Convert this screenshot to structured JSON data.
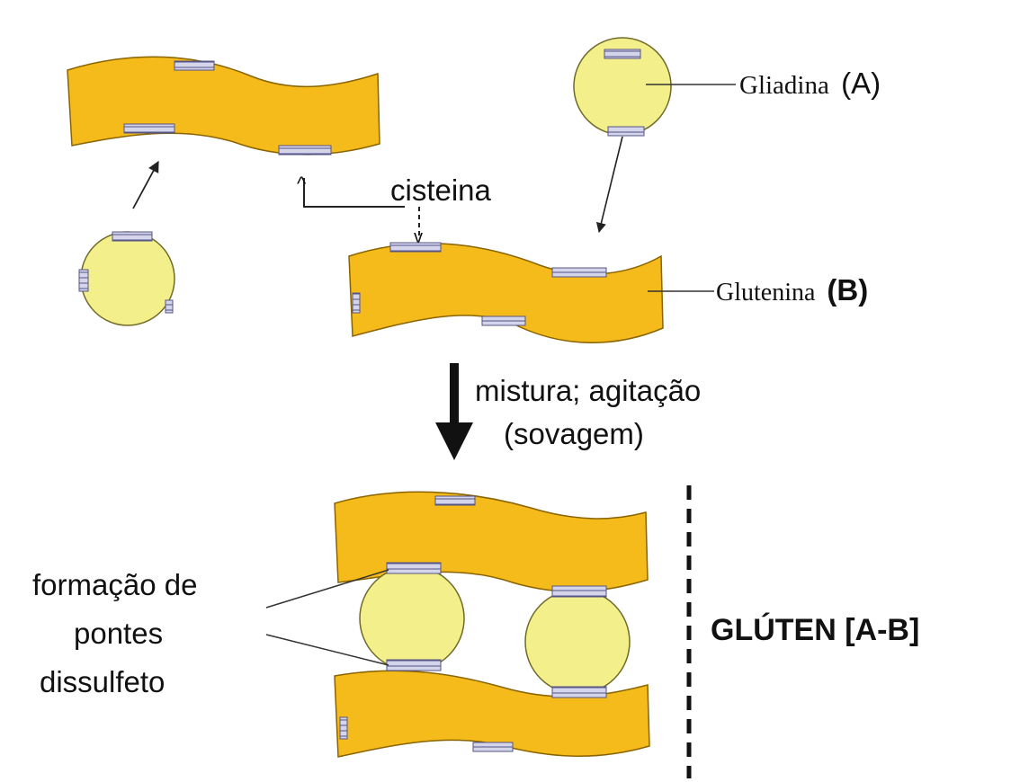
{
  "labels": {
    "gliadina": "Gliadina",
    "gliadina_tag": "(A)",
    "glutenina": "Glutenina",
    "glutenina_tag": "(B)",
    "cisteina": "cisteina",
    "mistura_line1": "mistura; agitação",
    "mistura_line2": "(sovagem)",
    "pontes_line1": "formação de",
    "pontes_line2": "pontes",
    "pontes_line3": "dissulfeto",
    "gluten": "GLÚTEN [A-B]"
  },
  "colors": {
    "strand_fill": "#F5BB1A",
    "strand_edge": "#8a6400",
    "sphere_fill": "#F3EF8A",
    "sphere_edge": "#6f6a2a",
    "cysteine_fill": "#c9c9e2",
    "cysteine_edge": "#555588",
    "text": "#111111"
  }
}
